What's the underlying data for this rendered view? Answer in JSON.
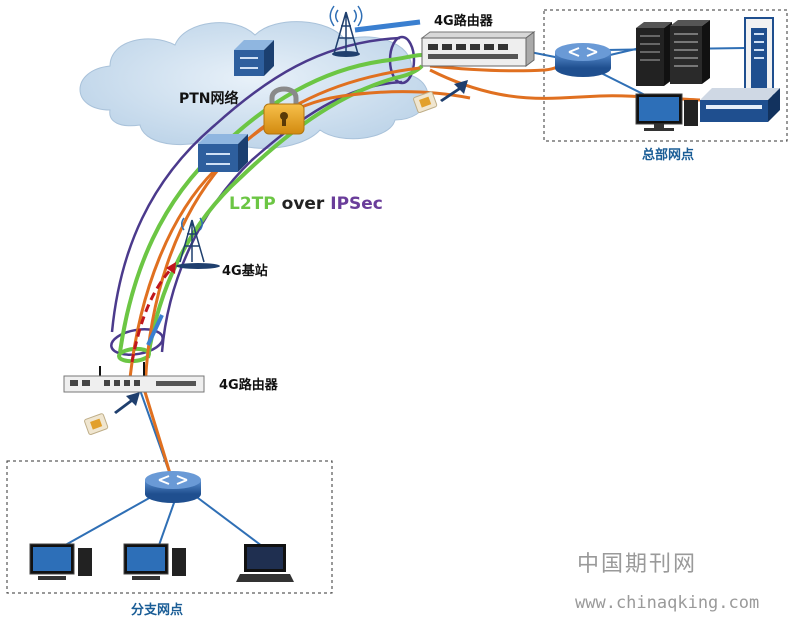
{
  "labels": {
    "hq_router": "4G路由器",
    "ptn_network": "PTN网络",
    "tunnel_part1": "L2TP",
    "tunnel_part2": "over",
    "tunnel_part3": "IPSec",
    "base_station": "4G基站",
    "branch_router": "4G路由器",
    "hq_site": "总部网点",
    "branch_site": "分支网点"
  },
  "watermark": {
    "title": "中国期刊网",
    "url": "www.chinaqking.com"
  },
  "colors": {
    "l2tp": "#6cc644",
    "over": "#222222",
    "ipsec": "#6a3d9a",
    "orange_line": "#e07020",
    "purple_tunnel": "#4b3a8c",
    "cloud": "#cfe0ef",
    "site_border": "#333333",
    "site_label": "#1a5d96",
    "link_blue": "#2f6fb5"
  },
  "icons": [
    "cloud-icon",
    "switch-icon",
    "lock-icon",
    "antenna-tower-icon",
    "rack-router-icon",
    "router-icon",
    "server-icon",
    "desktop-monitor-icon",
    "laptop-icon",
    "sim-card-icon",
    "arrow-icon"
  ]
}
